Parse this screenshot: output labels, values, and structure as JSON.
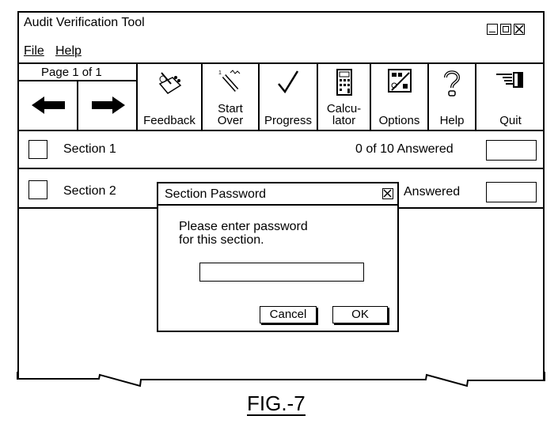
{
  "window": {
    "title": "Audit Verification Tool"
  },
  "menu": {
    "file_label": "File",
    "help_label": "Help"
  },
  "toolbar": {
    "page_label": "Page 1 of 1",
    "tools": [
      {
        "label": "Feedback",
        "icon": "feedback-icon"
      },
      {
        "label": "Start Over",
        "icon": "start-over-icon"
      },
      {
        "label": "Progress",
        "icon": "check-icon"
      },
      {
        "label": "Calcu-lator",
        "icon": "calculator-icon"
      },
      {
        "label": "Options",
        "icon": "options-icon"
      },
      {
        "label": "Help",
        "icon": "question-icon"
      },
      {
        "label": "Quit",
        "icon": "pointing-hand-icon"
      }
    ]
  },
  "sections": [
    {
      "label": "Section 1",
      "status": "0 of 10 Answered"
    },
    {
      "label": "Section 2",
      "status": "Answered"
    }
  ],
  "dialog": {
    "title": "Section Password",
    "message_line1": "Please enter password",
    "message_line2": "for this section.",
    "password_value": "",
    "cancel_label": "Cancel",
    "ok_label": "OK"
  },
  "caption": "FIG.-7"
}
